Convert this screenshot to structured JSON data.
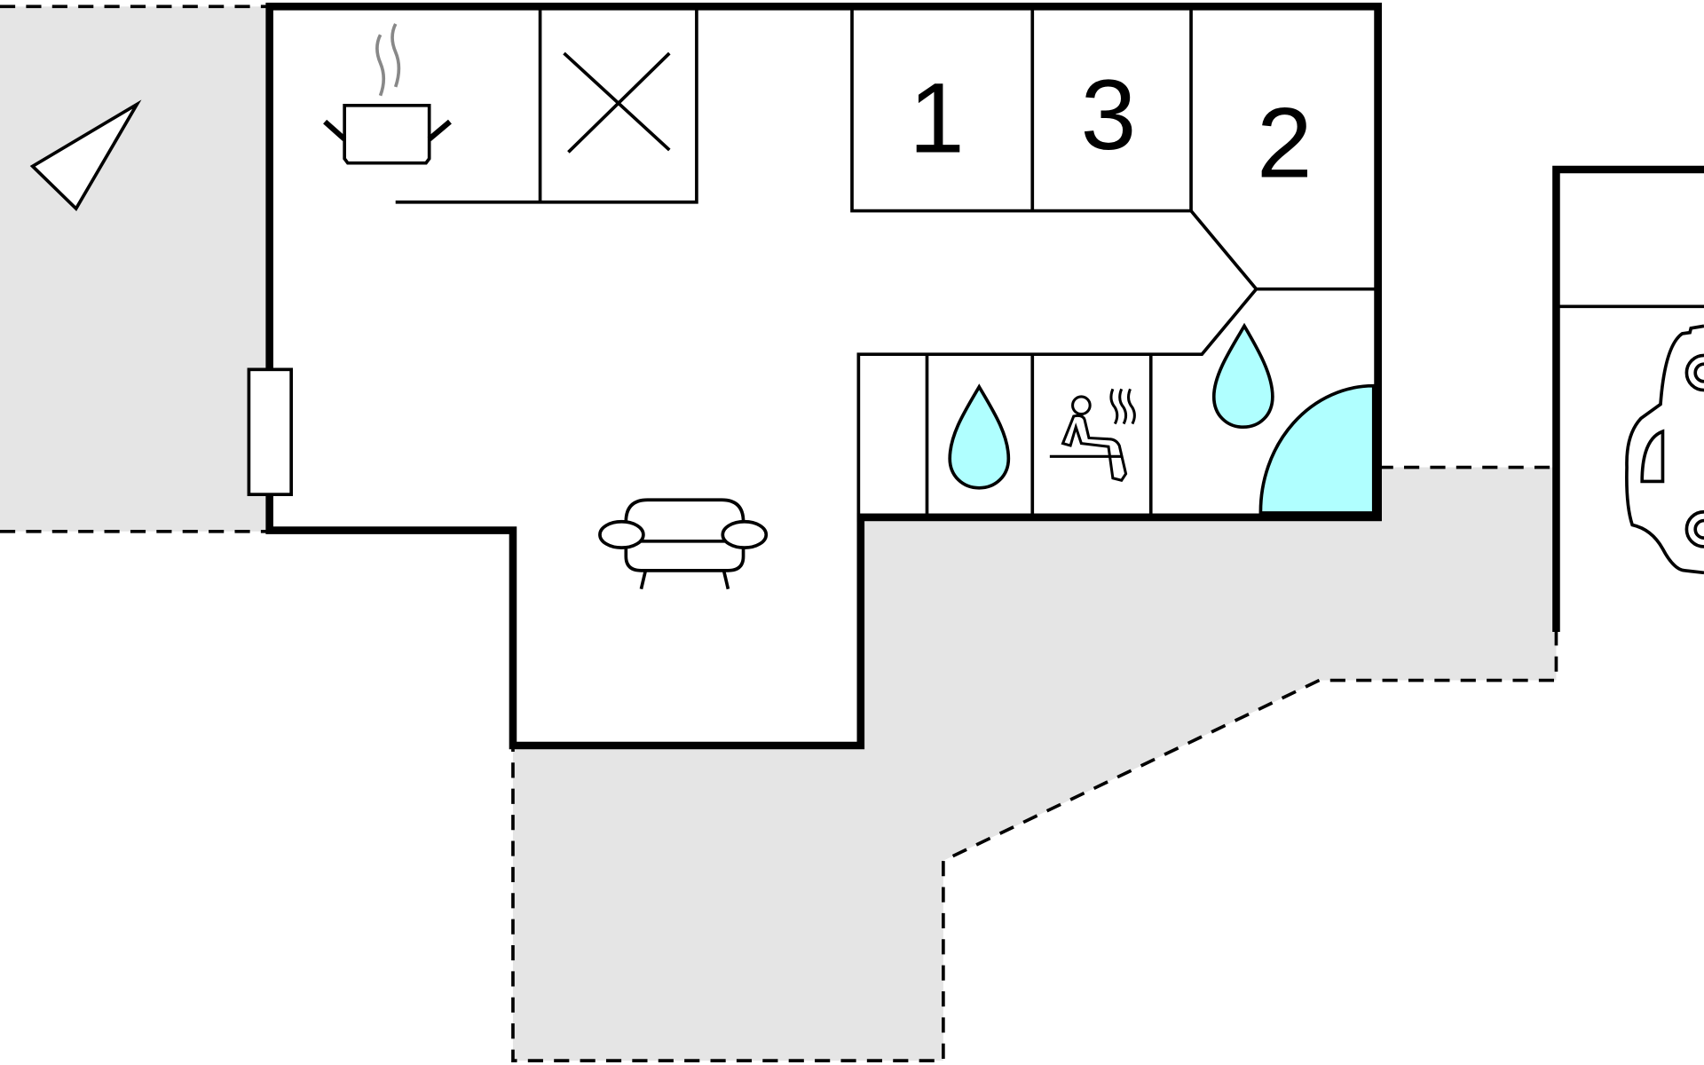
{
  "floorplan": {
    "bedroom_labels": [
      "1",
      "3",
      "2"
    ],
    "colors": {
      "wall": "#000000",
      "terrace": "#e5e5e5",
      "water": "#b0ffff",
      "steam": "#888888"
    },
    "icons": [
      "north-arrow-icon",
      "cooking-pot-icon",
      "cross-icon",
      "sofa-icon",
      "water-drop-icon",
      "sauna-icon",
      "shower-drop-icon",
      "car-icon",
      "window-icon"
    ]
  }
}
